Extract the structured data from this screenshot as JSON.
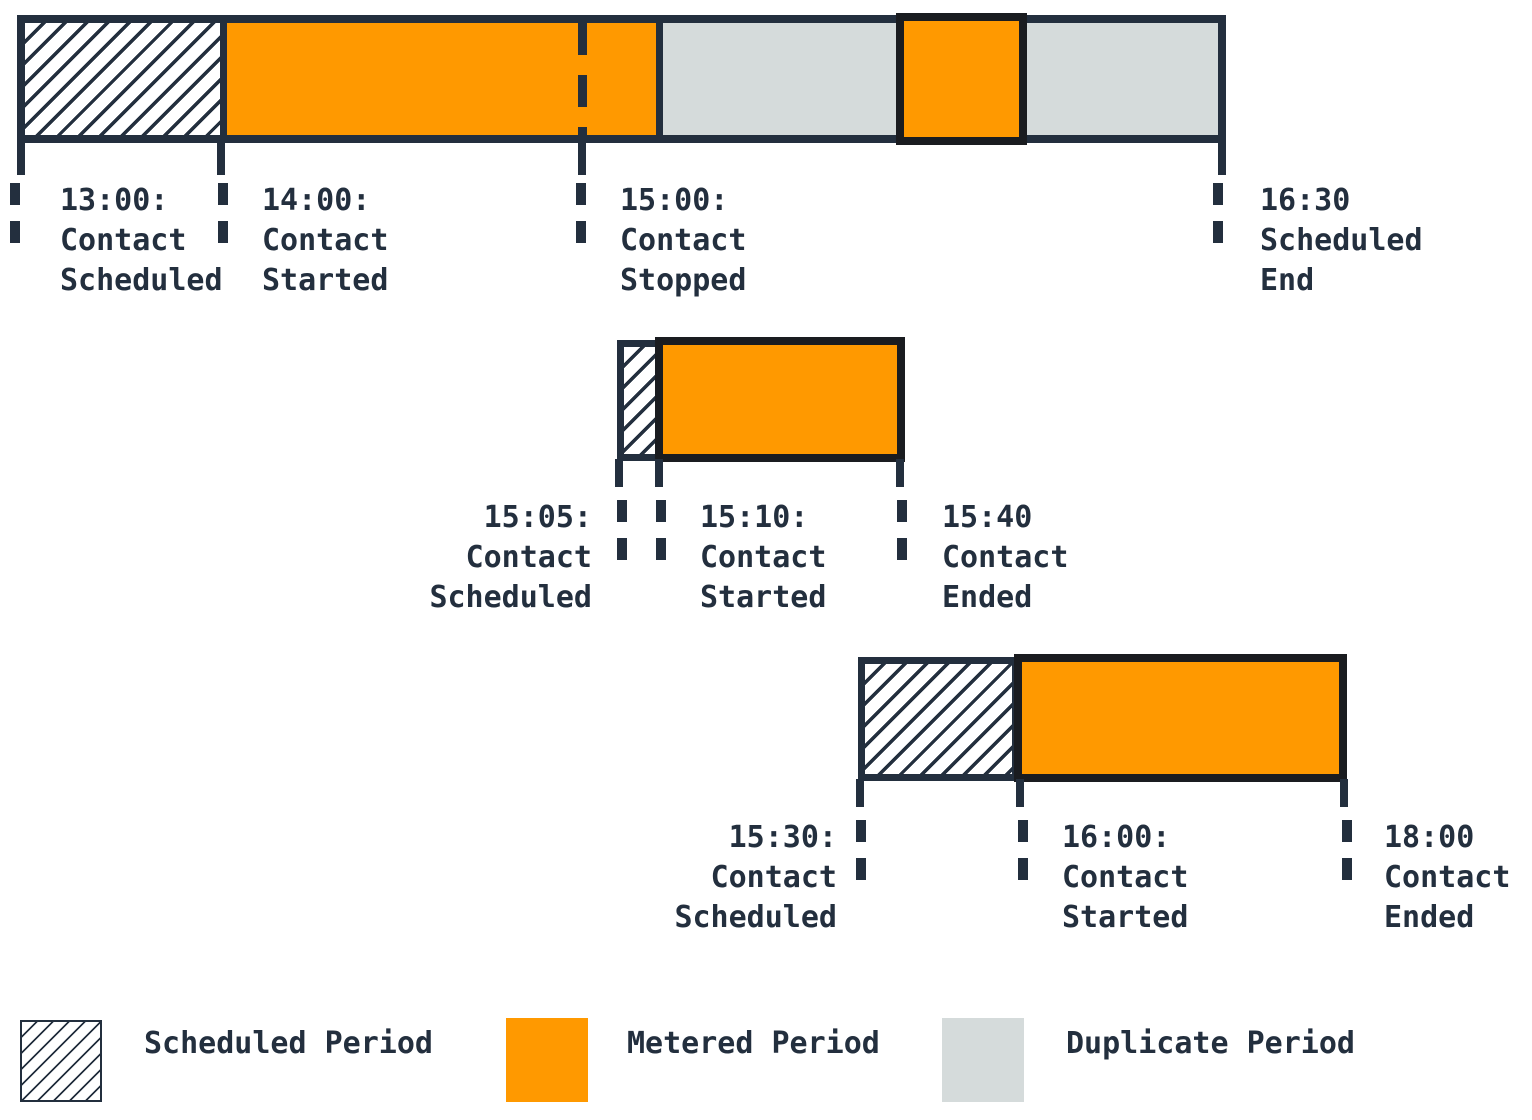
{
  "colors": {
    "navy": "#232f3e",
    "orange": "#ff9900",
    "gray": "#d5dbdb",
    "black": "#1a1c20"
  },
  "bars": [
    {
      "name": "contact-timeline-1",
      "periods": [
        "Scheduled Period",
        "Metered Period",
        "Duplicate Period",
        "Metered Period",
        "Duplicate Period"
      ],
      "events": [
        {
          "label": "13:00:\nContact\nScheduled"
        },
        {
          "label": "14:00:\nContact\nStarted"
        },
        {
          "label": "15:00:\nContact\nStopped"
        },
        {
          "label": "16:30\nScheduled\nEnd"
        }
      ]
    },
    {
      "name": "contact-timeline-2",
      "periods": [
        "Scheduled Period",
        "Metered Period"
      ],
      "events": [
        {
          "label": "15:05:\nContact\nScheduled"
        },
        {
          "label": "15:10:\nContact\nStarted"
        },
        {
          "label": "15:40\nContact\nEnded"
        }
      ]
    },
    {
      "name": "contact-timeline-3",
      "periods": [
        "Scheduled Period",
        "Metered Period"
      ],
      "events": [
        {
          "label": "15:30:\nContact\nScheduled"
        },
        {
          "label": "16:00:\nContact\nStarted"
        },
        {
          "label": "18:00\nContact\nEnded"
        }
      ]
    }
  ],
  "legend": [
    {
      "label": "Scheduled Period"
    },
    {
      "label": "Metered Period"
    },
    {
      "label": "Duplicate Period"
    }
  ]
}
